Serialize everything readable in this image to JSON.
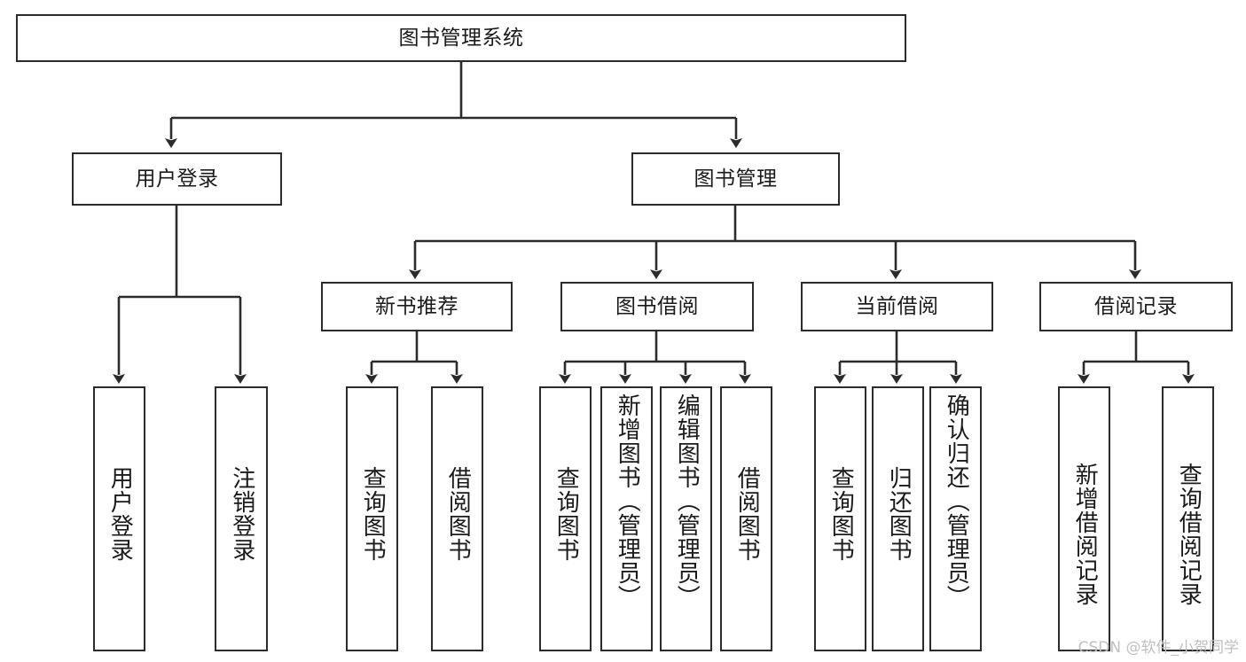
{
  "diagram": {
    "title": "图书管理系统",
    "type": "tree-hierarchy-diagram",
    "colors": {
      "border": "#2b2b2b",
      "fill": "#ffffff",
      "text": "#1a1a1a",
      "watermark": "#c0c0c0",
      "background": "#ffffff"
    },
    "root": {
      "label": "图书管理系统"
    },
    "level2": [
      {
        "label": "用户登录"
      },
      {
        "label": "图书管理"
      }
    ],
    "level3": [
      {
        "label": "新书推荐"
      },
      {
        "label": "图书借阅"
      },
      {
        "label": "当前借阅"
      },
      {
        "label": "借阅记录"
      }
    ],
    "leaves": {
      "user_login": [
        {
          "label": "用户登录"
        },
        {
          "label": "注销登录"
        }
      ],
      "new_book_recommend": [
        {
          "label": "查询图书"
        },
        {
          "label": "借阅图书"
        }
      ],
      "book_borrow": [
        {
          "label": "查询图书"
        },
        {
          "label": "新增图书（管理员）"
        },
        {
          "label": "编辑图书（管理员）"
        },
        {
          "label": "借阅图书"
        }
      ],
      "current_borrow": [
        {
          "label": "查询图书"
        },
        {
          "label": "归还图书"
        },
        {
          "label": "确认归还（管理员）"
        }
      ],
      "borrow_records": [
        {
          "label": "新增借阅记录"
        },
        {
          "label": "查询借阅记录"
        }
      ]
    }
  },
  "watermark": {
    "text": "CSDN @软件_小贺同学"
  }
}
